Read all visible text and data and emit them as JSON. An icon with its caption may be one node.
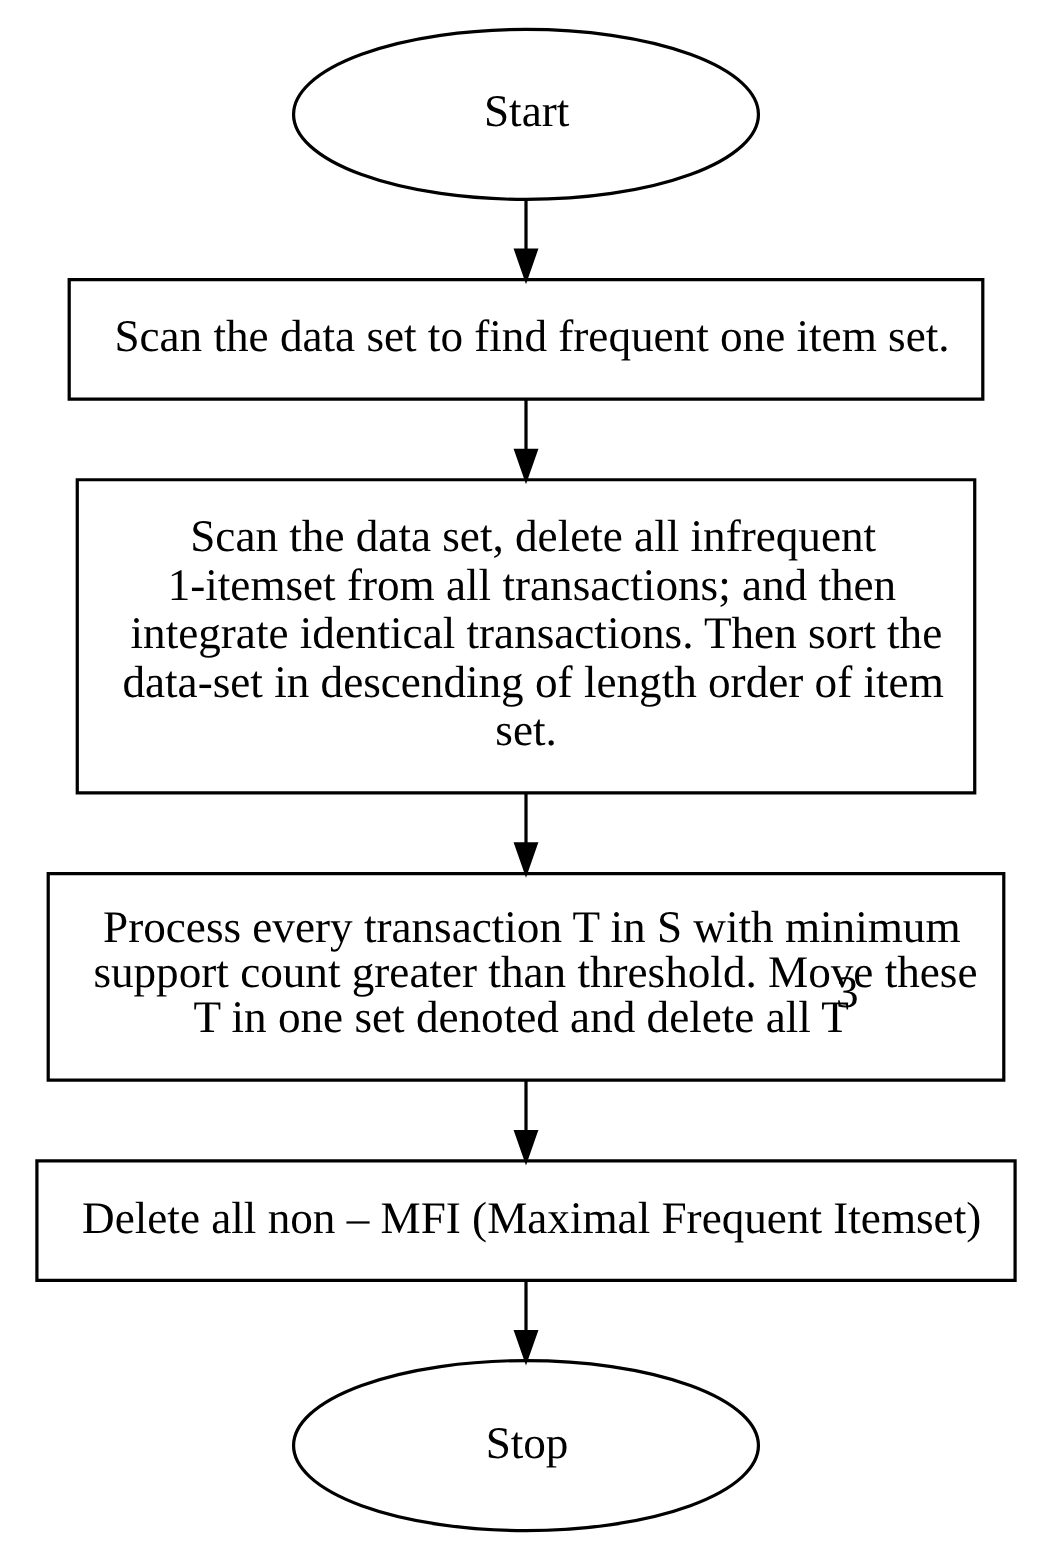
{
  "diagram": {
    "nodes": [
      {
        "text": [
          "Start"
        ]
      },
      {
        "text": [
          "Scan the data set to find frequent one item set."
        ]
      },
      {
        "text": [
          "Scan the data set, delete all infrequent 1-itemset from all transactions; and then integrate identical transactions. Then sort the data-set in descending of length order of item set."
        ]
      },
      {
        "text": [
          "Process every transaction T in S with minimum support count greater than threshold. Move these T in one set denoted and delete all T$^{3}$"
        ]
      },
      {
        "text": [
          "Delete all non – MFI (Maximal Frequent Itemset)"
        ]
      },
      {
        "text": [
          "Stop"
        ]
      }
    ],
    "edges": [
      {
        "from": 0,
        "to": 1,
        "arrow": "to"
      },
      {
        "from": 1,
        "to": 2,
        "arrow": "to"
      },
      {
        "from": 2,
        "to": 3,
        "arrow": "to"
      },
      {
        "from": 3,
        "to": 4,
        "arrow": "to"
      },
      {
        "from": 4,
        "to": 5,
        "arrow": "to"
      }
    ]
  }
}
